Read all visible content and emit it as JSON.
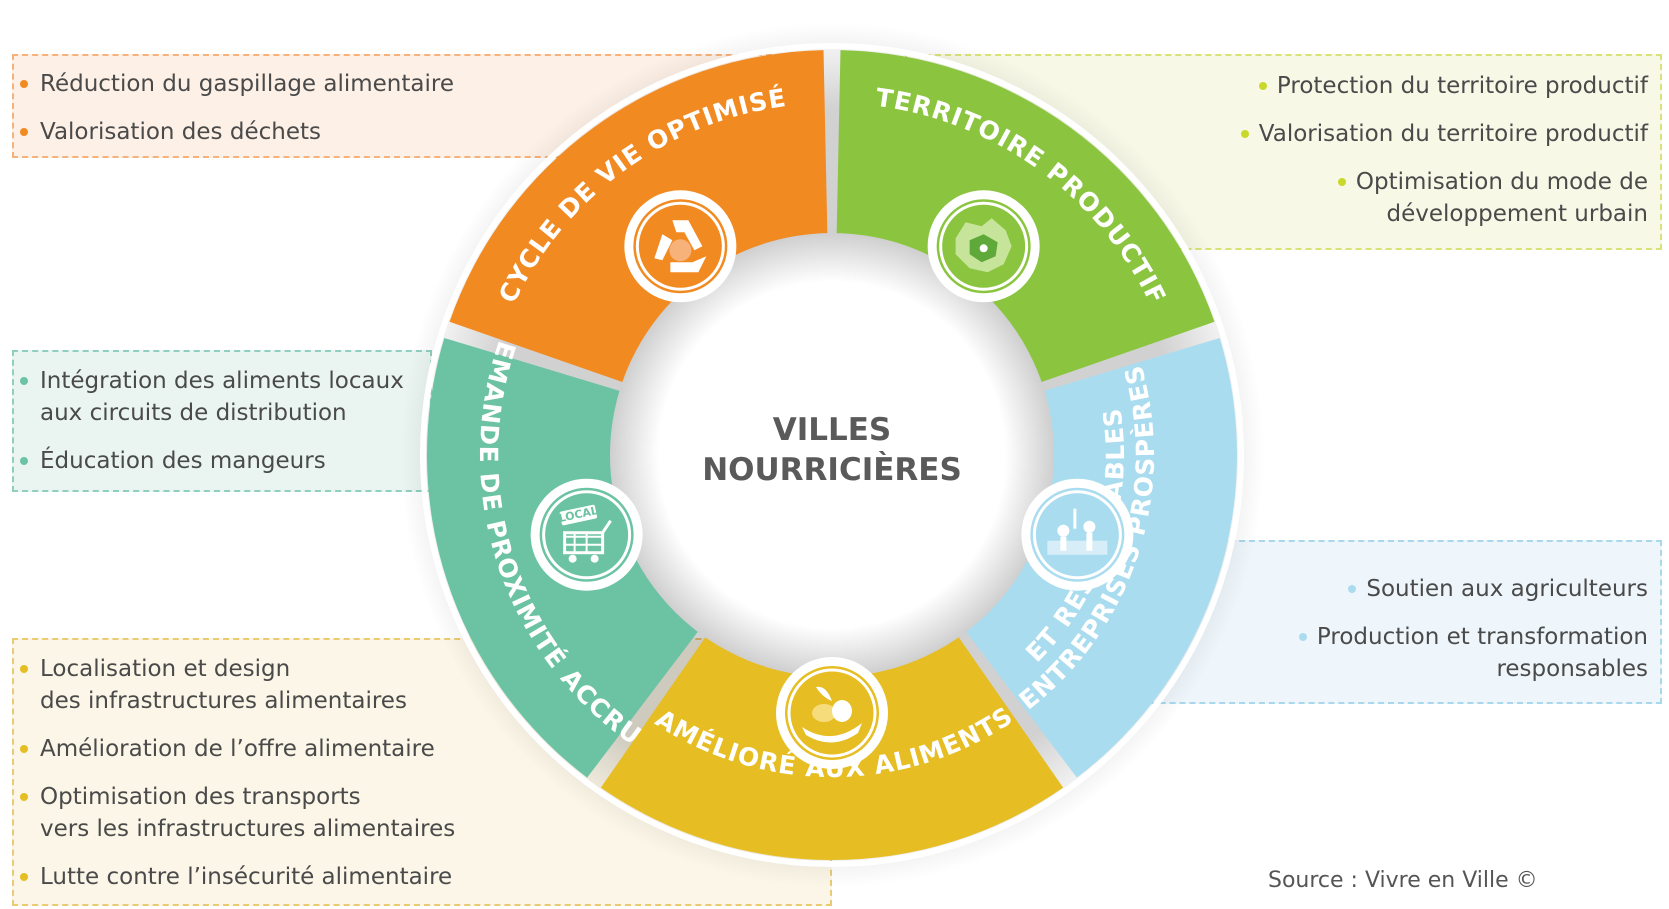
{
  "center": {
    "line1": "VILLES",
    "line2": "NOURRICIÈRES"
  },
  "segments": [
    {
      "id": "cycle",
      "label": "CYCLE DE VIE OPTIMISÉ",
      "color": "#f28a22",
      "icon": "recycle-apple-icon"
    },
    {
      "id": "territoire",
      "label": "TERRITOIRE PRODUCTIF",
      "color": "#8bc540",
      "icon": "territory-map-icon"
    },
    {
      "id": "entreprises",
      "label_line1": "ENTREPRISES PROSPÈRES",
      "label_line2": "ET RESPONSABLES",
      "color": "#a9dcef",
      "icon": "farm-workers-icon"
    },
    {
      "id": "acces",
      "label": "ACCÈS AMÉLIORÉ AUX ALIMENTS SAINS",
      "color": "#e6bd22",
      "icon": "hand-vegetables-icon"
    },
    {
      "id": "demande",
      "label": "DEMANDE DE PROXIMITÉ ACCRUE",
      "color": "#6cc3a4",
      "icon": "local-cart-icon"
    }
  ],
  "icon_text": {
    "local_tag": "LOCAL"
  },
  "lists": {
    "orange": [
      "Réduction du gaspillage alimentaire",
      "Valorisation des déchets"
    ],
    "green": [
      "Protection du territoire productif",
      "Valorisation du territoire productif",
      "Optimisation du mode de|développement urbain"
    ],
    "teal": [
      "Intégration des aliments locaux|aux circuits de distribution",
      "Éducation des mangeurs"
    ],
    "yellow": [
      "Localisation et design|des infrastructures alimentaires",
      "Amélioration de l’offre alimentaire",
      "Optimisation des transports|vers les infrastructures alimentaires",
      "Lutte contre l’insécurité alimentaire"
    ],
    "blue": [
      "Soutien aux agriculteurs",
      "Production et transformation|responsables"
    ]
  },
  "dot_colors": {
    "orange": "#f28a22",
    "green": "#c9d82a",
    "teal": "#6cc3a4",
    "yellow": "#e6bd22",
    "blue": "#a9dcef"
  },
  "source": "Source : Vivre en Ville ©"
}
